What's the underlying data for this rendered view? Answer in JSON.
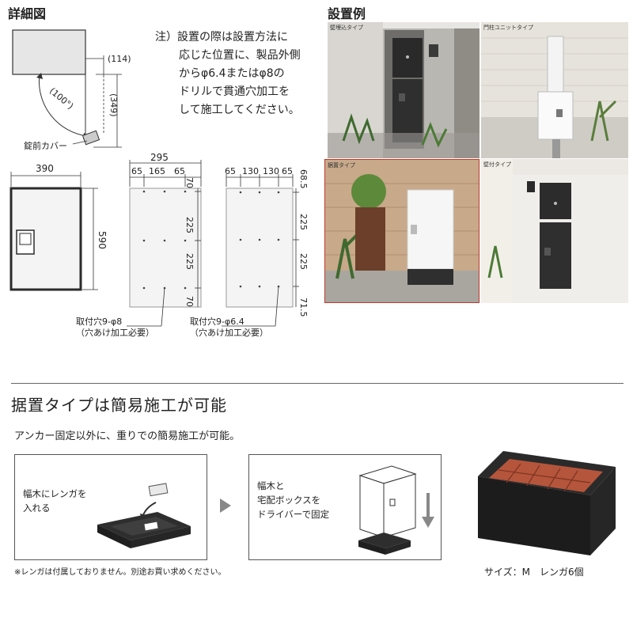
{
  "headings": {
    "detail": "詳細図",
    "examples": "設置例"
  },
  "note": {
    "lines": [
      "注）設置の際は設置方法に",
      "応じた位置に、製品外側",
      "からφ6.4またはφ8の",
      "ドリルで貫通穴加工を",
      "して施工してください。"
    ]
  },
  "top_diagram": {
    "dim_114": "(114)",
    "angle_100": "(100°)",
    "dim_349": "(349)",
    "lock_cover": "錠前カバー"
  },
  "front_view": {
    "width": "390",
    "height": "590"
  },
  "back_view_left": {
    "overall": "295",
    "d65a": "65",
    "d165": "165",
    "d65b": "65",
    "v70a": "70",
    "v225a": "225",
    "v225b": "225",
    "v70b": "70",
    "hole_label_1": "取付穴9-φ8",
    "hole_label_2": "（穴あけ加工必要）"
  },
  "back_view_right": {
    "d65a": "65",
    "d130a": "130",
    "d130b": "130",
    "d65b": "65",
    "v685": "68.5",
    "v225a": "225",
    "v225b": "225",
    "v715": "71.5",
    "hole_label_1": "取付穴9-φ6.4",
    "hole_label_2": "（穴あけ加工必要）"
  },
  "photos": [
    {
      "label": "壁埋込タイプ"
    },
    {
      "label": "門柱ユニットタイプ"
    },
    {
      "label": "据置タイプ"
    },
    {
      "label": "壁付タイプ"
    }
  ],
  "section": {
    "title": "据置タイプは簡易施工が可能",
    "subtitle": "アンカー固定以外に、重りでの簡易施工が可能。",
    "step1": [
      "幅木にレンガを",
      "入れる"
    ],
    "step2": [
      "幅木と",
      "宅配ボックスを",
      "ドライバーで固定"
    ],
    "footnote": "※レンガは付属しておりません。別途お買い求めください。",
    "size_caption": "サイズ：M　レンガ6個"
  },
  "colors": {
    "accent_red": "#c0392b",
    "dark": "#2b2b2b",
    "brick": "#b5553b"
  }
}
